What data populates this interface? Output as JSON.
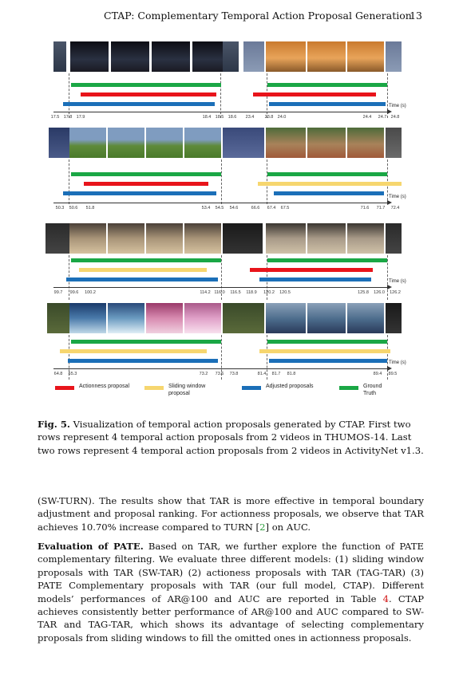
{
  "header": {
    "running_title": "CTAP: Complementary Temporal Action Proposal Generation",
    "page_number": "13"
  },
  "figure": {
    "time_label": "Time (s)",
    "rows": [
      {
        "ticks": [
          "17.5",
          "17.8",
          "17.9",
          "18.4",
          "18.5",
          "18.6",
          "23.4",
          "23.8",
          "24.0",
          "24.4",
          "24.7",
          "24.8"
        ]
      },
      {
        "ticks": [
          "50.3",
          "50.6",
          "51.8",
          "53.4",
          "54.5",
          "54.6",
          "66.6",
          "67.4",
          "67.5",
          "71.6",
          "71.7",
          "72.4"
        ]
      },
      {
        "ticks": [
          "99.7",
          "99.6",
          "100.2",
          "114.2",
          "116.0",
          "116.5",
          "118.9",
          "120.2",
          "120.5",
          "125.8",
          "126.0",
          "126.2"
        ]
      },
      {
        "ticks": [
          "64.8",
          "65.3",
          "73.2",
          "73.6",
          "73.8",
          "81.4",
          "81.7",
          "81.8",
          "89.4",
          "89.5"
        ]
      }
    ],
    "legend": [
      {
        "label": "Actionness proposal",
        "color": "#e8141b"
      },
      {
        "label": "Sliding window proposal",
        "color": "#f6d66f"
      },
      {
        "label": "Adjusted proposals",
        "color": "#1b6fb8"
      },
      {
        "label": "Ground Truth",
        "color": "#1aa745"
      }
    ]
  },
  "caption": {
    "label": "Fig. 5.",
    "text": " Visualization of temporal action proposals generated by CTAP. First two rows represent 4 temporal action proposals from 2 videos in THUMOS-14. Last two rows represent 4 temporal action proposals from 2 videos in ActivityNet v1.3."
  },
  "paragraph1": {
    "before": "(SW-TURN). The results show that TAR is more effective in temporal boundary adjustment and proposal ranking. For actionness proposals, we observe that TAR achieves 10.70% increase compared to TURN [",
    "cite": "2",
    "after": "] on AUC."
  },
  "paragraph2": {
    "heading": "Evaluation of PATE.",
    "before": " Based on TAR, we further explore the function of PATE complementary filtering. We evaluate three different models: (1) sliding window proposals with TAR (SW-TAR) (2) actioness proposals with TAR (TAG-TAR) (3) PATE Complementary proposals with TAR (our full model, CTAP). Different models’ performances of AR@100 and AUC are reported in Table ",
    "ref": "4",
    "after": ". CTAP achieves consistently better performance of AR@100 and AUC compared to SW-TAR and TAG-TAR, which shows its advantage of selecting complementary proposals from sliding windows to fill the omitted ones in actionness proposals."
  }
}
